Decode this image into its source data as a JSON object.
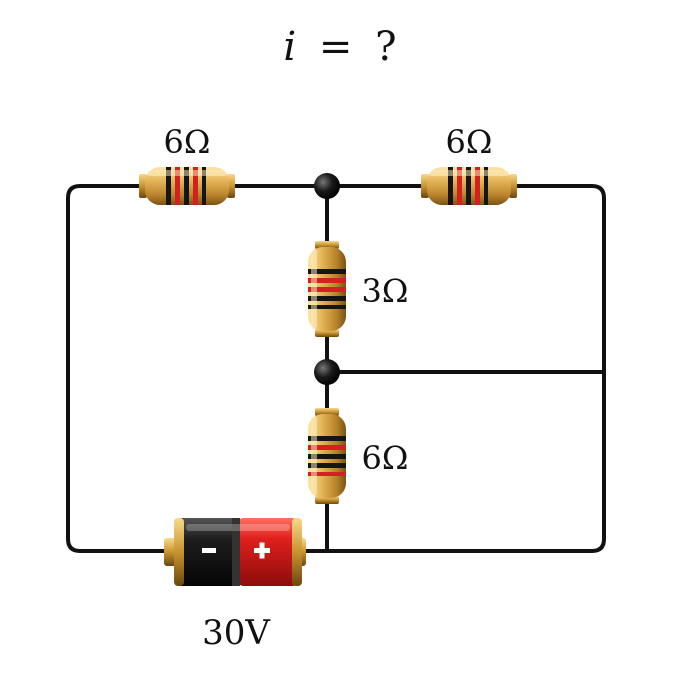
{
  "question": {
    "variable": "i",
    "equals": "=",
    "unknown": "?"
  },
  "components": {
    "r_top_left": {
      "label": "6Ω"
    },
    "r_top_right": {
      "label": "6Ω"
    },
    "r_middle_upper": {
      "label": "3Ω"
    },
    "r_middle_lower": {
      "label": "6Ω"
    },
    "battery": {
      "label": "30V",
      "negative_symbol": "−",
      "positive_symbol": "+",
      "negative_color": "#1a1a1a",
      "positive_color": "#d81e1e"
    }
  },
  "colors": {
    "wire": "#111111",
    "resistor_body": "#e0b45a",
    "band_black": "#151515",
    "band_red": "#d32020",
    "node": "#111111"
  }
}
